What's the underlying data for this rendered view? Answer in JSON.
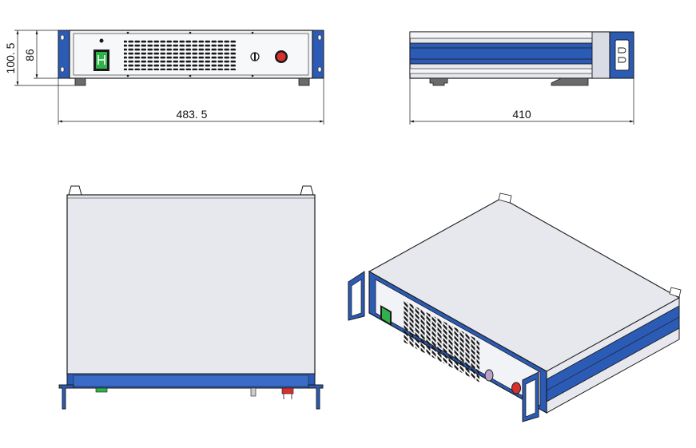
{
  "dimensions": {
    "front_width": "483. 5",
    "side_depth": "410",
    "height_outer": "100. 5",
    "height_inner": "86"
  },
  "colors": {
    "accent_blue": "#2b5bb5",
    "panel_gray": "#e6e8ee",
    "line": "#1a1a1a",
    "switch_green": "#2fb24a",
    "stop_red": "#d8302f"
  },
  "icons": [
    "power-switch-icon",
    "key-switch-icon",
    "emergency-stop-icon",
    "vent-grille-icon",
    "handle-icon"
  ]
}
